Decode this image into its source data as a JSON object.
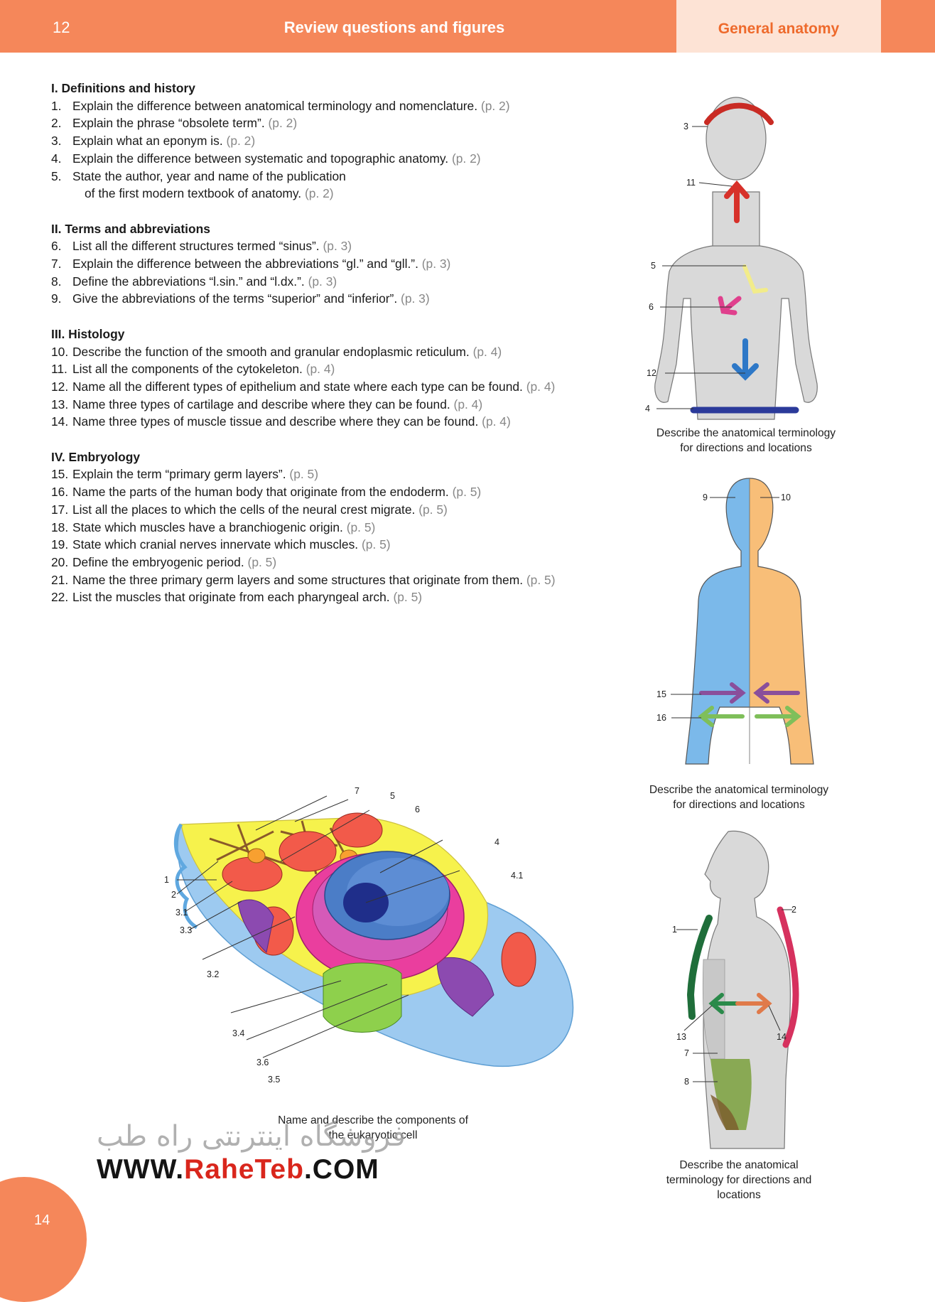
{
  "header": {
    "page_number": "12",
    "title": "Review questions and figures",
    "section_tab": "General anatomy"
  },
  "sections": [
    {
      "heading": "I.  Definitions and history",
      "questions": [
        {
          "num": "1.",
          "text": "Explain the difference between anatomical terminology and nomenclature.",
          "ref": "(p. 2)"
        },
        {
          "num": "2.",
          "text": "Explain the phrase “obsolete term”.",
          "ref": "(p. 2)"
        },
        {
          "num": "3.",
          "text": "Explain what an eponym is.",
          "ref": "(p. 2)"
        },
        {
          "num": "4.",
          "text": "Explain the difference between systematic and topographic anatomy.",
          "ref": "(p. 2)"
        },
        {
          "num": "5.",
          "text": "State the author, year and name of the publication"
        }
      ],
      "continuation": {
        "text": "of the first modern textbook of anatomy.",
        "ref": "(p. 2)"
      }
    },
    {
      "heading": "II. Terms and abbreviations",
      "questions": [
        {
          "num": "6.",
          "text": "List all the different structures termed “sinus”.",
          "ref": "(p. 3)"
        },
        {
          "num": "7.",
          "text": "Explain the difference between the abbreviations “gl.” and “gll.”.",
          "ref": "(p. 3)"
        },
        {
          "num": "8.",
          "text": "Define the abbreviations “l.sin.” and “l.dx.”.",
          "ref": "(p. 3)"
        },
        {
          "num": "9.",
          "text": "Give the abbreviations of the terms “superior” and “inferior”.",
          "ref": "(p. 3)"
        }
      ]
    },
    {
      "heading": "III. Histology",
      "questions": [
        {
          "num": "10.",
          "text": "Describe the function of the smooth and granular endoplasmic reticulum.",
          "ref": "(p. 4)"
        },
        {
          "num": "11.",
          "text": "List all the components of the cytokeleton.",
          "ref": "(p. 4)"
        },
        {
          "num": "12.",
          "text": "Name all the different types of epithelium and state where each type can be found.",
          "ref": "(p. 4)"
        },
        {
          "num": "13.",
          "text": "Name three types of cartilage and describe where they can be found.",
          "ref": "(p. 4)"
        },
        {
          "num": "14.",
          "text": "Name three types of muscle tissue and describe where they can be found.",
          "ref": "(p. 4)"
        }
      ]
    },
    {
      "heading": "IV. Embryology",
      "questions": [
        {
          "num": "15.",
          "text": "Explain the term “primary germ layers”.",
          "ref": "(p. 5)"
        },
        {
          "num": "16.",
          "text": "Name the parts of the human body that originate from the endoderm.",
          "ref": "(p. 5)"
        },
        {
          "num": "17.",
          "text": "List all the places to which the cells of the neural crest migrate.",
          "ref": "(p. 5)"
        },
        {
          "num": "18.",
          "text": "State which muscles have a branchiogenic origin.",
          "ref": "(p. 5)"
        },
        {
          "num": "19.",
          "text": "State which cranial nerves innervate which muscles.",
          "ref": "(p. 5)"
        },
        {
          "num": "20.",
          "text": "Define the embryogenic period.",
          "ref": "(p. 5)"
        },
        {
          "num": "21.",
          "text": "Name the three primary germ layers and some structures that originate from them.",
          "ref": "(p. 5)"
        },
        {
          "num": "22.",
          "text": "List the muscles that originate from each pharyngeal arch.",
          "ref": "(p. 5)"
        }
      ]
    }
  ],
  "figures": {
    "front_body": {
      "labels": [
        "3",
        "11",
        "5",
        "6",
        "12",
        "4"
      ],
      "caption": [
        "Describe the anatomical terminology",
        "for directions and locations"
      ]
    },
    "female_body": {
      "labels": [
        "9",
        "10",
        "15",
        "16"
      ],
      "caption": [
        "Describe the anatomical terminology",
        "for directions and locations"
      ]
    },
    "side_body": {
      "labels": [
        "1",
        "2",
        "13",
        "14",
        "7",
        "8"
      ],
      "caption": [
        "Describe the anatomical",
        "terminology for directions and",
        "locations"
      ]
    },
    "cell": {
      "labels": [
        "7",
        "5",
        "6",
        "4",
        "4.1",
        "1",
        "2",
        "3.1",
        "3.3",
        "3.2",
        "3.4",
        "3.6",
        "3.5"
      ],
      "caption": [
        "Name and describe the components of",
        "the eukaryotic cell"
      ]
    }
  },
  "watermark": {
    "persian": "فروشگاه اینترنتی راه طب",
    "url_prefix": "WWW.",
    "url_brand": "RaheTeb",
    "url_suffix": ".COM"
  },
  "footer": {
    "page_number": "14"
  },
  "colors": {
    "header_orange": "#f5875a",
    "tab_fill": "#fde3d5",
    "tab_text": "#ee6a2c",
    "ref_gray": "#888888"
  }
}
